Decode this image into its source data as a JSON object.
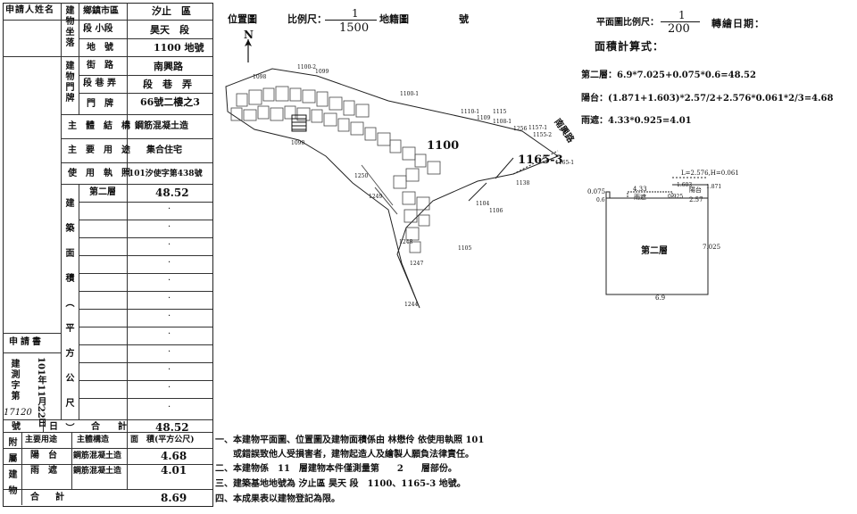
{
  "left_table": {
    "applicant_label": "申請人姓名",
    "location_label": "建物坐落",
    "township_label": "鄉鎮市區",
    "township_value": "汐止　區",
    "section_label": "段 小段",
    "section_value": "昊天　段",
    "lot_label": "地　號",
    "lot_value": "1100 地號",
    "doorplate_label": "建物門牌",
    "street_label": "街　路",
    "street_value": "南興路",
    "lane_label": "段 巷 弄",
    "lane_value": "段　巷　弄",
    "number_label": "門　牌",
    "number_value": "66號二樓之3",
    "structure_label": "主　體　結　構",
    "structure_value": "鋼筋混凝土造",
    "use_label": "主　要　用　途",
    "use_value": "集合住宅",
    "permit_label": "使　用　執　照",
    "permit_value": "101汐使字第438號",
    "area_label": "建築面積（平方公尺）",
    "floor_label": "第二層",
    "floor_value": "48.52",
    "total_label": "合　　計",
    "total_value": "48.52",
    "dot": "·",
    "apply_label": "申請書",
    "survey_no_label": "建測字第",
    "survey_no_value": "17120",
    "survey_date": "101年11月22日",
    "no_label": "號",
    "date_label": "日",
    "annex_label": "附屬建物",
    "annex_headers": [
      "主要用途",
      "主體構造",
      "面　積(平方公尺)"
    ],
    "annex_rows": [
      {
        "use": "陽　台",
        "structure": "鋼筋混凝土造",
        "area": "4.68"
      },
      {
        "use": "雨　遮",
        "structure": "鋼筋混凝土造",
        "area": "4.01"
      }
    ],
    "annex_total_label": "合　計",
    "annex_total_value": "8.69"
  },
  "location_map": {
    "title": "位置圖",
    "scale_label": "比例尺：",
    "scale_num": "1",
    "scale_den": "1500",
    "cadastral_label": "地籍圖",
    "number_label": "號",
    "north": "N",
    "road_label": "南興路",
    "lot_labels": [
      "1100-2",
      "1099",
      "1098",
      "1100-1",
      "1110-1",
      "1115",
      "1109",
      "1108-1",
      "1256",
      "1157-1",
      "1155-2",
      "1090",
      "1100",
      "1165-3",
      "1165-1",
      "1250",
      "1249",
      "1138",
      "1104",
      "1106",
      "1248",
      "1105",
      "1247",
      "1244"
    ]
  },
  "floor_plan": {
    "scale_label": "平面圖比例尺：",
    "scale_num": "1",
    "scale_den": "200",
    "date_label": "轉繪日期：",
    "calc_title": "面積計算式：",
    "calc_lines": [
      "第二層：6.9*7.025+0.075*0.6=48.52",
      "陽台：(1.871+1.603)*2.57/2+2.576*0.061*2/3=4.68",
      "雨遮：4.33*0.925=4.01"
    ],
    "dim_top": "L=2.576,H=0.061",
    "dim_433": "4.33",
    "dim_0075": "0.075",
    "dim_06": "0.6",
    "dim_0925": "0.925",
    "dim_1603": "1.603",
    "dim_257": "2.57",
    "dim_1871": "1.871",
    "rain_label": "雨遮",
    "balcony_label": "陽台",
    "room_label": "第二層",
    "dim_7025": "7.025",
    "dim_69": "6.9"
  },
  "notes": [
    "一、本建物平面圖、位置圖及建物面積係由 林懋伶 依使用執照 101",
    "　　或錯誤致他人受損害者，建物起造人及繪製人願負法律責任。",
    "二、本建物係　11　層建物本件僅測量第　　2　　層部份。",
    "三、建築基地地號為 汐止區 昊天 段　1100、1165-3 地號。",
    "四、本成果表以建物登記為限。"
  ]
}
